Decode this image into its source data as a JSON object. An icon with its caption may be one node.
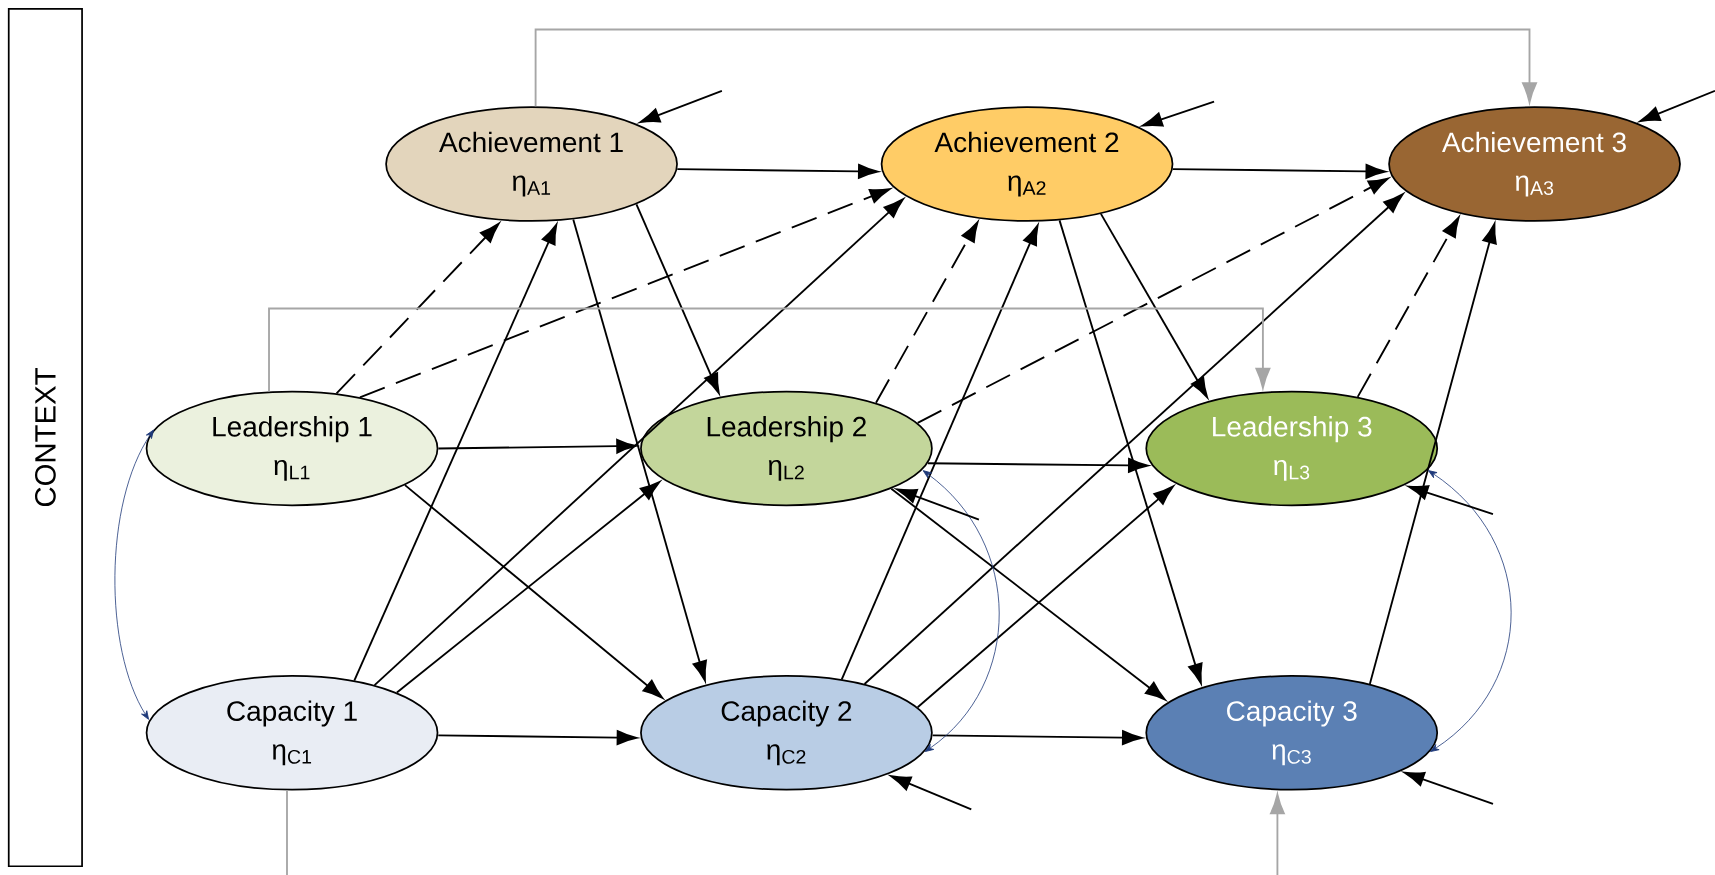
{
  "diagram": {
    "nodes": [
      {
        "text": [
          "CONTEXT"
        ]
      },
      {
        "text": [
          "Achievement 1",
          "η$_{A1}$"
        ]
      },
      {
        "text": [
          "Achievement 2",
          "η$_{A2}$"
        ]
      },
      {
        "text": [
          "Achievement 3",
          "η$_{A3}$"
        ]
      },
      {
        "text": [
          "Leadership 1",
          "η$_{L1}$"
        ]
      },
      {
        "text": [
          "Leadership 2",
          "η$_{L2}$"
        ]
      },
      {
        "text": [
          "Leadership 3",
          "η$_{L3}$"
        ]
      },
      {
        "text": [
          "Capacity 1",
          "η$_{C1}$"
        ]
      },
      {
        "text": [
          "Capacity 2",
          "η$_{C2}$"
        ]
      },
      {
        "text": [
          "Capacity 3",
          "η$_{C3}$"
        ]
      }
    ],
    "edges": [
      {
        "from": 1,
        "to": 2,
        "arrow": "to"
      },
      {
        "from": 2,
        "to": 3,
        "arrow": "to"
      },
      {
        "from": 4,
        "to": 5,
        "arrow": "to"
      },
      {
        "from": 5,
        "to": 6,
        "arrow": "to"
      },
      {
        "from": 7,
        "to": 8,
        "arrow": "to"
      },
      {
        "from": 8,
        "to": 9,
        "arrow": "to"
      },
      {
        "from": 1,
        "to": 5,
        "arrow": "to"
      },
      {
        "from": 1,
        "to": 8,
        "arrow": "to"
      },
      {
        "from": 2,
        "to": 6,
        "arrow": "to"
      },
      {
        "from": 2,
        "to": 9,
        "arrow": "to"
      },
      {
        "from": 4,
        "to": 8,
        "arrow": "to"
      },
      {
        "from": 5,
        "to": 9,
        "arrow": "to"
      },
      {
        "from": 7,
        "to": 1,
        "arrow": "to"
      },
      {
        "from": 7,
        "to": 2,
        "arrow": "to"
      },
      {
        "from": 7,
        "to": 5,
        "arrow": "to"
      },
      {
        "from": 8,
        "to": 2,
        "arrow": "to"
      },
      {
        "from": 8,
        "to": 3,
        "arrow": "to"
      },
      {
        "from": 8,
        "to": 6,
        "arrow": "to"
      },
      {
        "from": 9,
        "to": 3,
        "arrow": "to"
      },
      {
        "from": 4,
        "to": 1,
        "arrow": "to",
        "style": "dashed"
      },
      {
        "from": 4,
        "to": 2,
        "arrow": "to",
        "style": "dashed"
      },
      {
        "from": 5,
        "to": 2,
        "arrow": "to",
        "style": "dashed"
      },
      {
        "from": 5,
        "to": 3,
        "arrow": "to",
        "style": "dashed"
      },
      {
        "from": 6,
        "to": 3,
        "arrow": "to",
        "style": "dashed"
      },
      {
        "from": 1,
        "to": 3,
        "arrow": "to",
        "color": "#a6a6a6"
      },
      {
        "from": 4,
        "to": 6,
        "arrow": "to",
        "color": "#a6a6a6"
      },
      {
        "from": 7,
        "to": 9,
        "arrow": "to",
        "color": "#a6a6a6"
      },
      {
        "from": 4,
        "to": 7,
        "arrow": "both",
        "color": "#1f3a7a"
      },
      {
        "from": 5,
        "to": 8,
        "arrow": "both",
        "color": "#1f3a7a"
      },
      {
        "from": 6,
        "to": 9,
        "arrow": "both",
        "color": "#1f3a7a"
      },
      {
        "from": null,
        "to": 1,
        "arrow": "to"
      },
      {
        "from": null,
        "to": 2,
        "arrow": "to"
      },
      {
        "from": null,
        "to": 3,
        "arrow": "to"
      },
      {
        "from": null,
        "to": 5,
        "arrow": "to"
      },
      {
        "from": null,
        "to": 6,
        "arrow": "to"
      },
      {
        "from": null,
        "to": 8,
        "arrow": "to"
      },
      {
        "from": null,
        "to": 9,
        "arrow": "to"
      }
    ]
  }
}
